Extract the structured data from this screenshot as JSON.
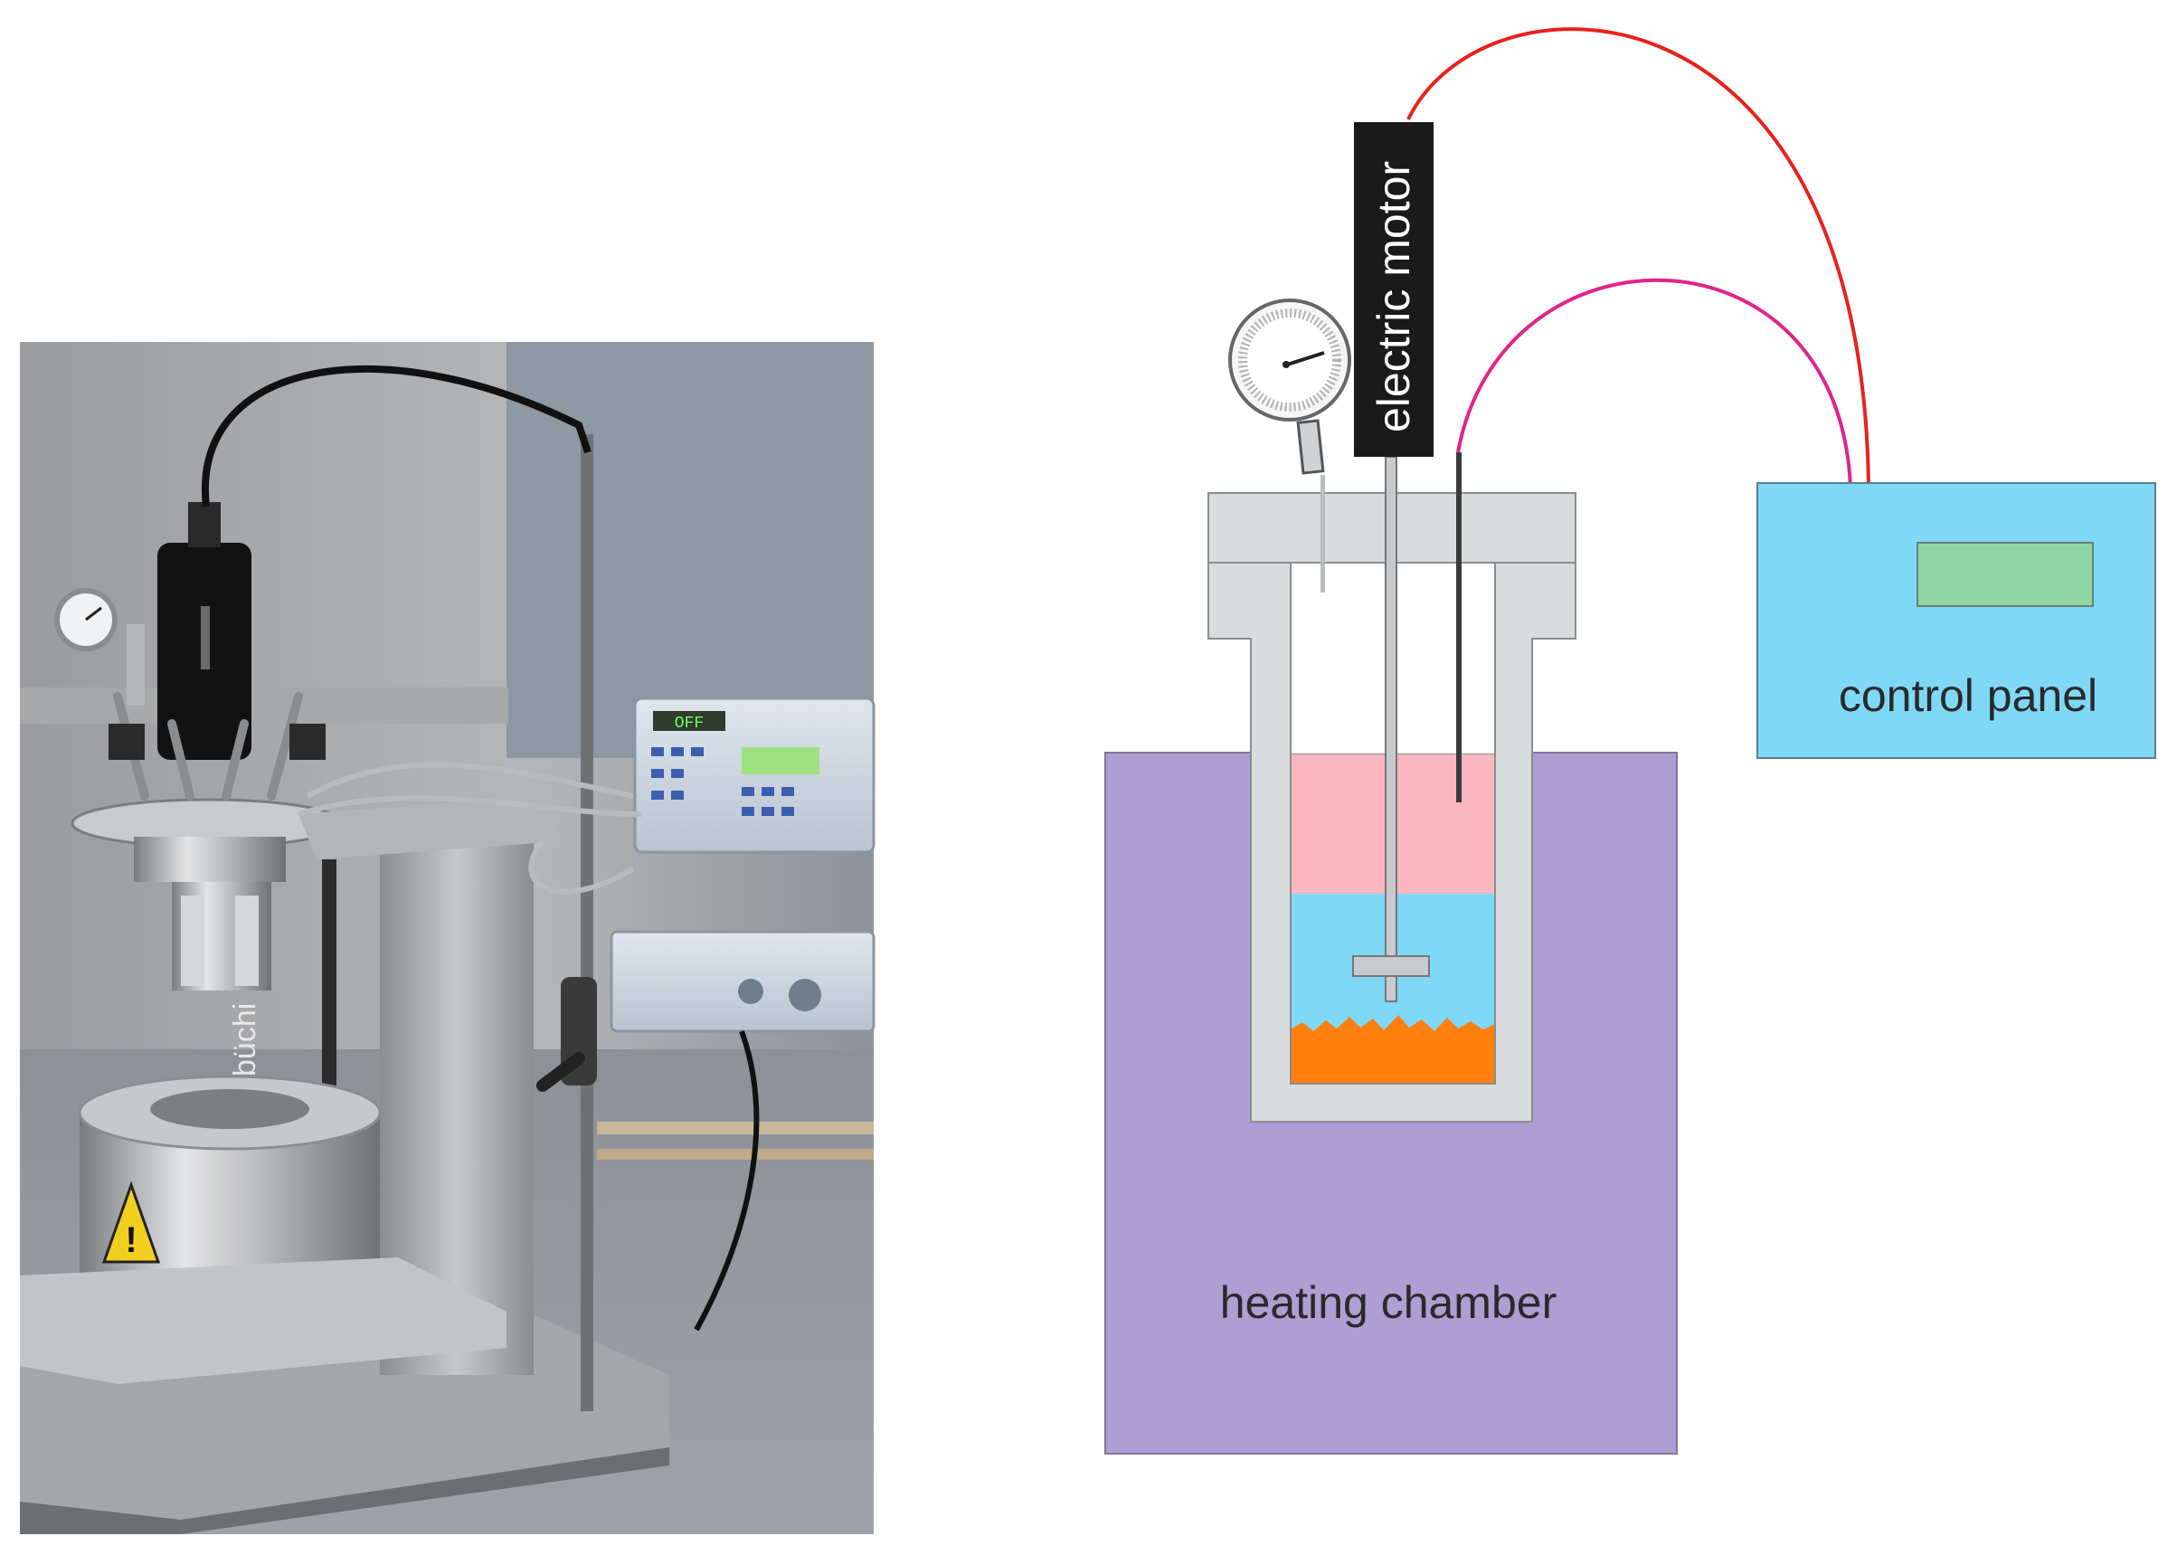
{
  "photo": {
    "alt": "",
    "brand_text": "büchi",
    "display_readout": "OFF",
    "warning_symbol": "!"
  },
  "diagram": {
    "labels": {
      "motor": "electric motor",
      "control": "control panel",
      "chamber": "heating chamber"
    },
    "colors": {
      "heating_chamber": "#ad9fd3",
      "vessel": "#d9dcdd",
      "upper_layer": "#fbb6bf",
      "liquid": "#7fd8f6",
      "sediment": "#ff7f0f",
      "control_panel": "#7fd8f6",
      "screen": "#8fd6a5",
      "motor": "#1a1a1a",
      "cable_motor": "#e8211d",
      "cable_probe": "#e0248a"
    },
    "icons": {
      "gauge": "pressure-gauge-icon",
      "stirrer": "stirrer-icon",
      "probe": "temperature-probe-icon"
    }
  }
}
